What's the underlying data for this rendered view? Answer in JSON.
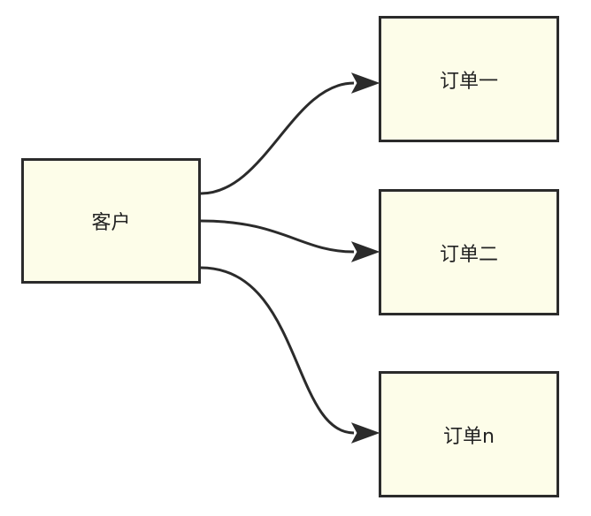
{
  "diagram": {
    "nodes": [
      {
        "id": "customer",
        "label": "客户"
      },
      {
        "id": "order_1",
        "label": "订单一"
      },
      {
        "id": "order_2",
        "label": "订单二"
      },
      {
        "id": "order_n",
        "label": "订单n"
      }
    ],
    "edges": [
      {
        "from": "customer",
        "to": "order_1"
      },
      {
        "from": "customer",
        "to": "order_2"
      },
      {
        "from": "customer",
        "to": "order_n"
      }
    ],
    "colors": {
      "node_fill": "#fdfde9",
      "stroke": "#2b2b2b",
      "text": "#222222",
      "background": "#ffffff"
    }
  }
}
